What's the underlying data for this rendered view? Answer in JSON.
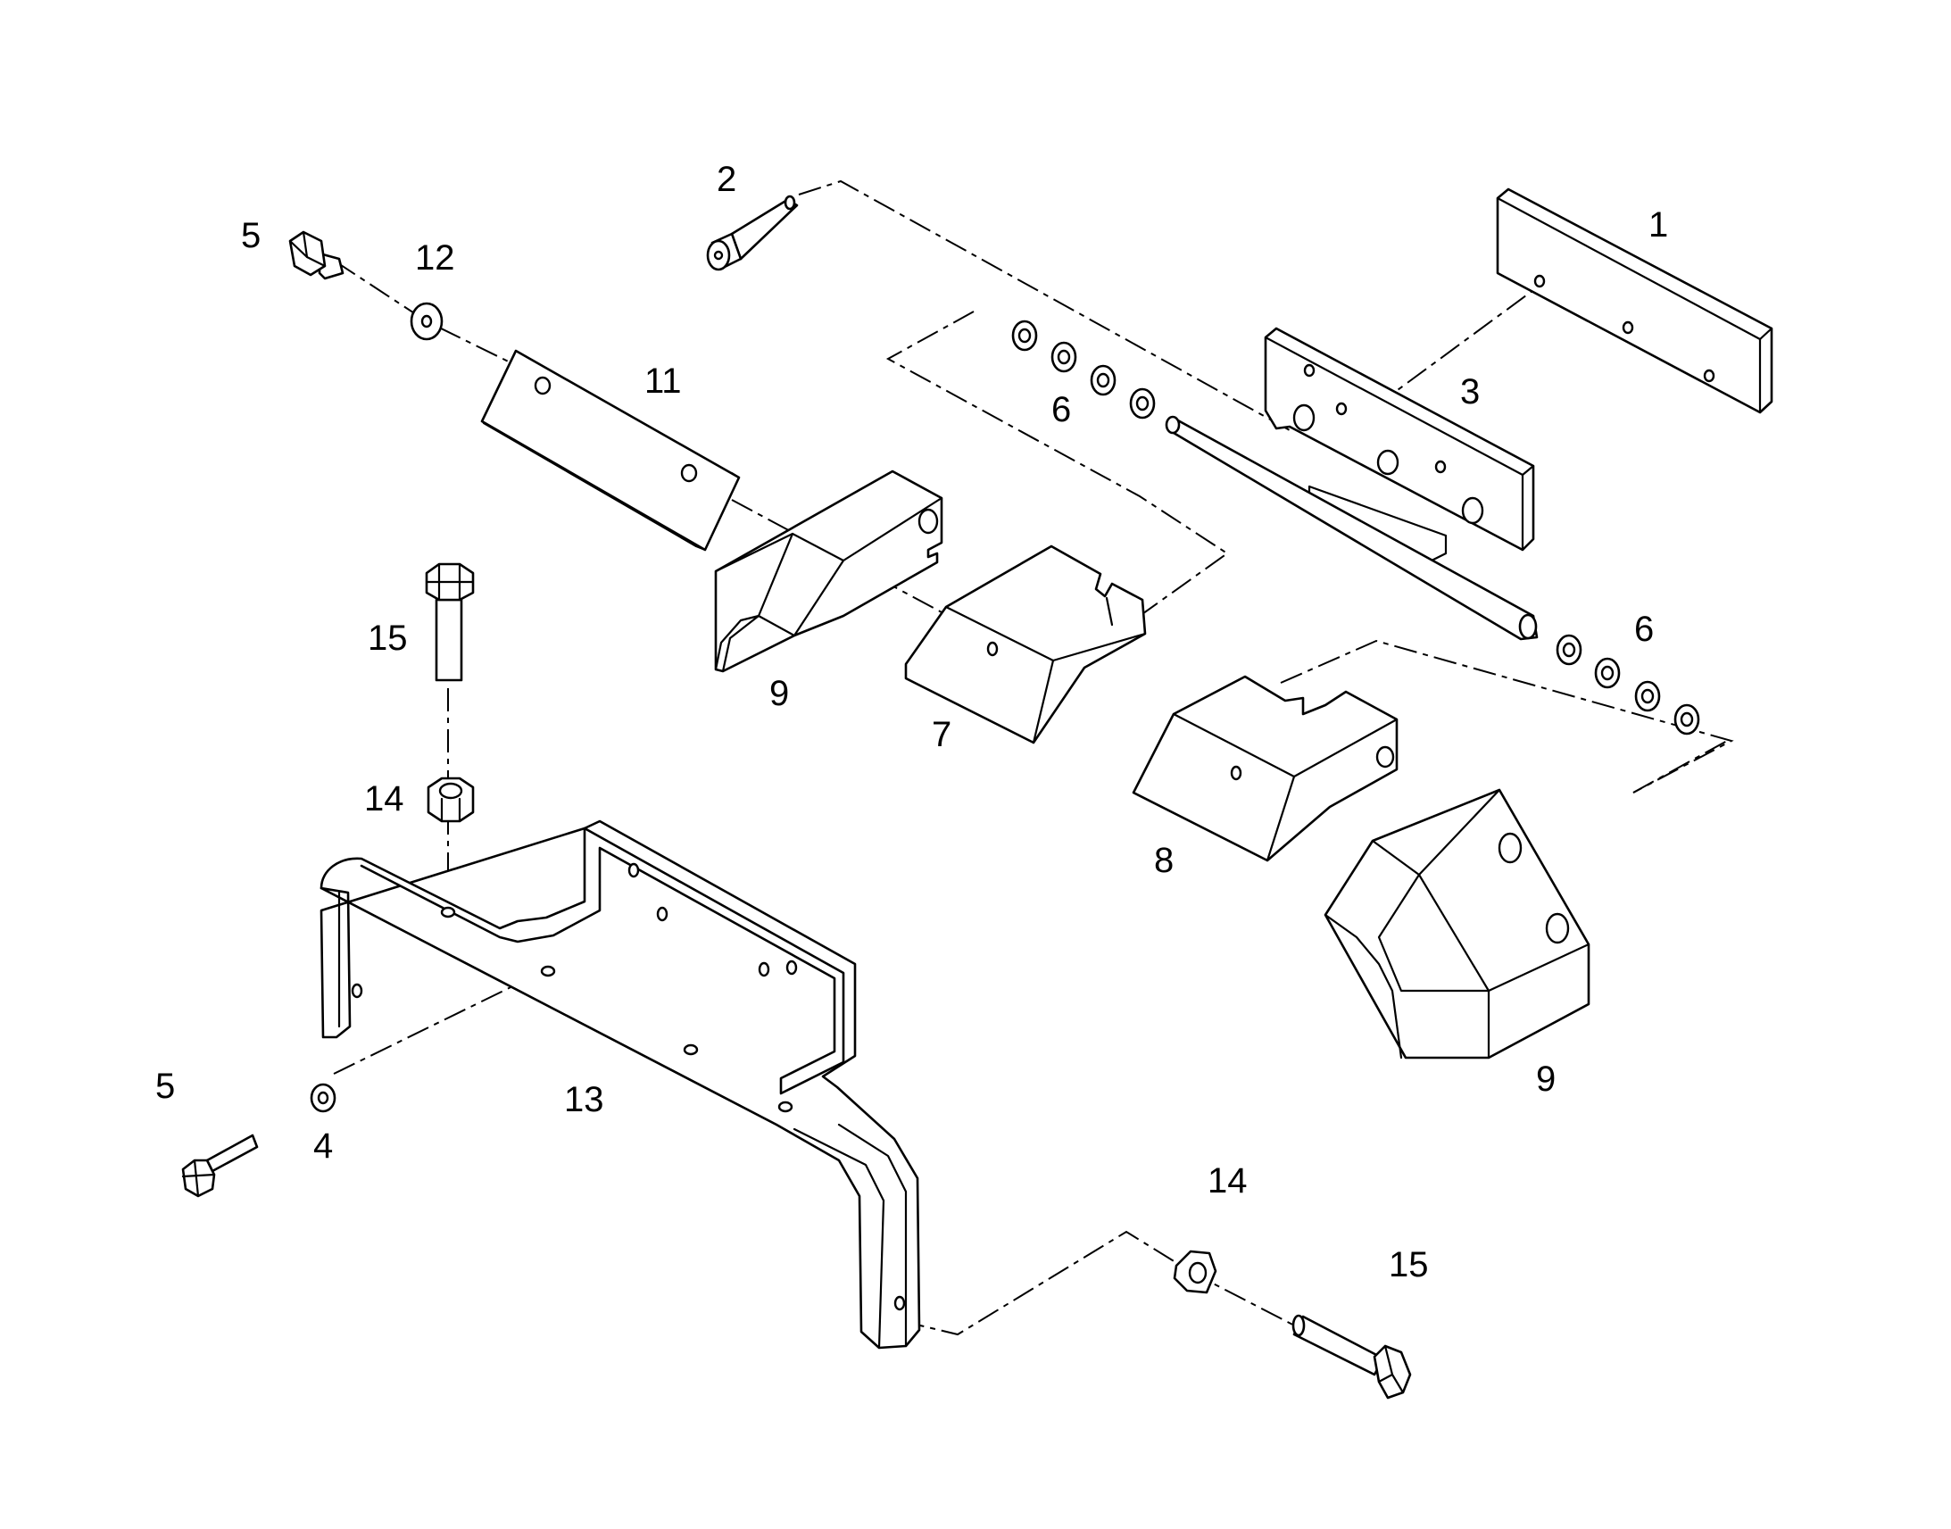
{
  "callouts": {
    "c1": "1",
    "c2": "2",
    "c3": "3",
    "c4": "4",
    "c5a": "5",
    "c5b": "5",
    "c6a": "6",
    "c6b": "6",
    "c7": "7",
    "c8": "8",
    "c9a": "9",
    "c9b": "9",
    "c11": "11",
    "c12": "12",
    "c13": "13",
    "c14a": "14",
    "c14b": "14",
    "c15a": "15",
    "c15b": "15"
  },
  "colors": {
    "line": "#000000",
    "background": "#ffffff"
  }
}
